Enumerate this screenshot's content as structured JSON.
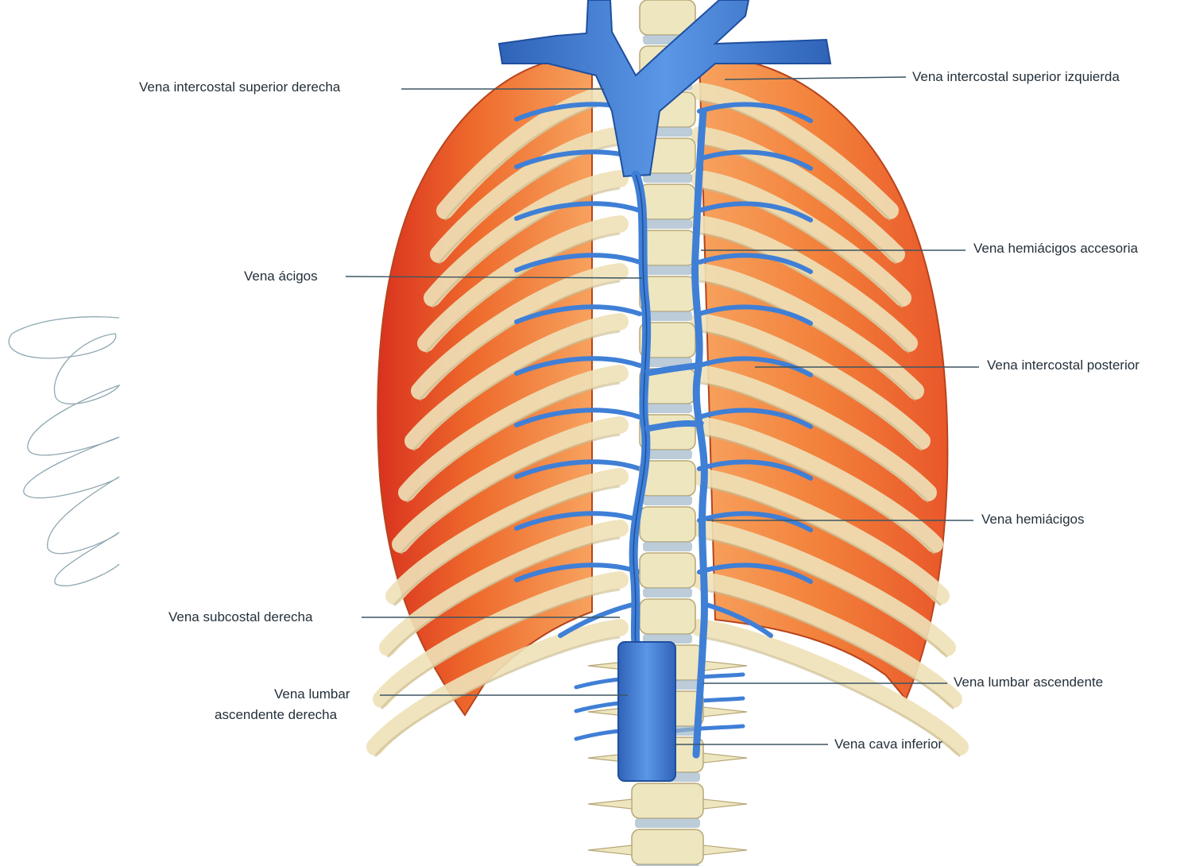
{
  "diagram": {
    "colors": {
      "background": "#ffffff",
      "muscle_dark": "#d9321f",
      "muscle_mid": "#ee6a2c",
      "muscle_light": "#f7a25e",
      "rib": "#eee1b8",
      "rib_shadow": "#c8b98d",
      "vein": "#3f7fd6",
      "vein_dark": "#1f4f9e",
      "vertebra": "#eee6bf",
      "leader_line": "#3b5563"
    },
    "labels": {
      "intercostal_superior_derecha": "Vena intercostal superior derecha",
      "intercostal_superior_izquierda": "Vena intercostal superior izquierda",
      "acigos": "Vena ácigos",
      "hemiacigos_accesoria": "Vena hemiácigos accesoria",
      "intercostal_posterior": "Vena intercostal posterior",
      "hemiacigos": "Vena hemiácigos",
      "subcostal_derecha": "Vena subcostal derecha",
      "lumbar_ascendente": "Vena lumbar ascendente",
      "lumbar_ascendente_derecha_1": "Vena lumbar",
      "lumbar_ascendente_derecha_2": "ascendente derecha",
      "cava_inferior": "Vena cava inferior"
    },
    "signature": {
      "type": "handwritten-signature"
    }
  }
}
